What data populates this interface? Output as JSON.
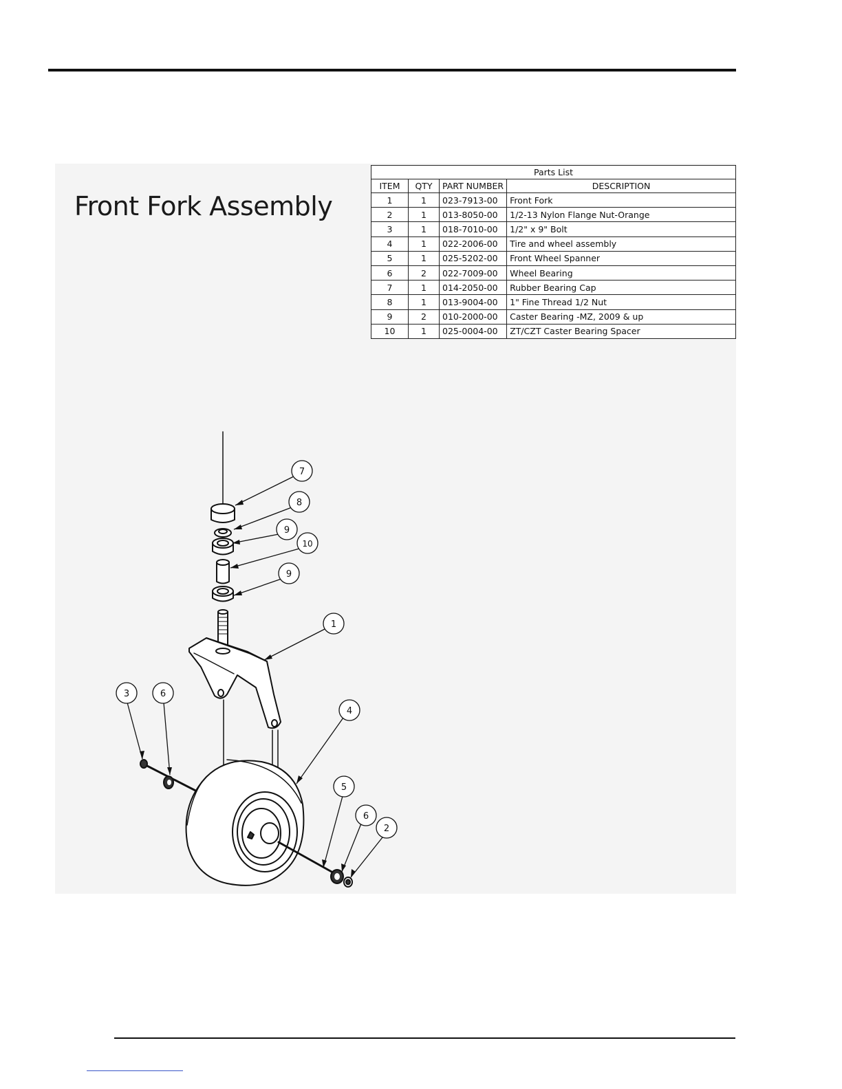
{
  "page": {
    "title": "Front Fork Assembly"
  },
  "parts_list": {
    "caption": "Parts List",
    "headers": [
      "ITEM",
      "QTY",
      "PART NUMBER",
      "DESCRIPTION"
    ],
    "rows": [
      [
        "1",
        "1",
        "023-7913-00",
        "Front Fork"
      ],
      [
        "2",
        "1",
        "013-8050-00",
        "1/2-13 Nylon Flange Nut-Orange"
      ],
      [
        "3",
        "1",
        "018-7010-00",
        "1/2\" x 9\" Bolt"
      ],
      [
        "4",
        "1",
        "022-2006-00",
        "Tire and wheel assembly"
      ],
      [
        "5",
        "1",
        "025-5202-00",
        "Front Wheel Spanner"
      ],
      [
        "6",
        "2",
        "022-7009-00",
        "Wheel Bearing"
      ],
      [
        "7",
        "1",
        "014-2050-00",
        "Rubber Bearing Cap"
      ],
      [
        "8",
        "1",
        "013-9004-00",
        "1\" Fine Thread 1/2 Nut"
      ],
      [
        "9",
        "2",
        "010-2000-00",
        "Caster Bearing -MZ, 2009 & up"
      ],
      [
        "10",
        "1",
        "025-0004-00",
        "ZT/CZT Caster Bearing Spacer"
      ]
    ]
  },
  "callouts": [
    "7",
    "8",
    "9",
    "10",
    "9",
    "1",
    "3",
    "6",
    "4",
    "5",
    "6",
    "2"
  ]
}
